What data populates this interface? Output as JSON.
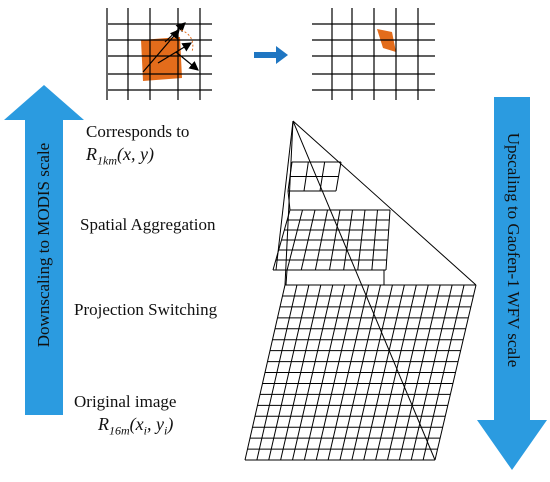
{
  "left_arrow": {
    "label": "Downscaling to MODIS scale",
    "color": "#2b9be0"
  },
  "right_arrow": {
    "label": "Upscaling to Gaofen-1 WFV scale",
    "color": "#2b9be0"
  },
  "small_arrow": {
    "color": "#1f76c2"
  },
  "cell_fill": "#e36c1b",
  "steps": {
    "corresponds": {
      "label": "Corresponds to",
      "symbol": "R",
      "subscript": "1km",
      "args": "(x, y)"
    },
    "aggregation": {
      "label": "Spatial Aggregation"
    },
    "projection": {
      "label": "Projection Switching"
    },
    "original": {
      "label": "Original image",
      "symbol": "R",
      "subscript": "16m",
      "args": "(x",
      "sub_i1": "i",
      "args_mid": ", y",
      "sub_i2": "i",
      "args_end": ")"
    }
  }
}
